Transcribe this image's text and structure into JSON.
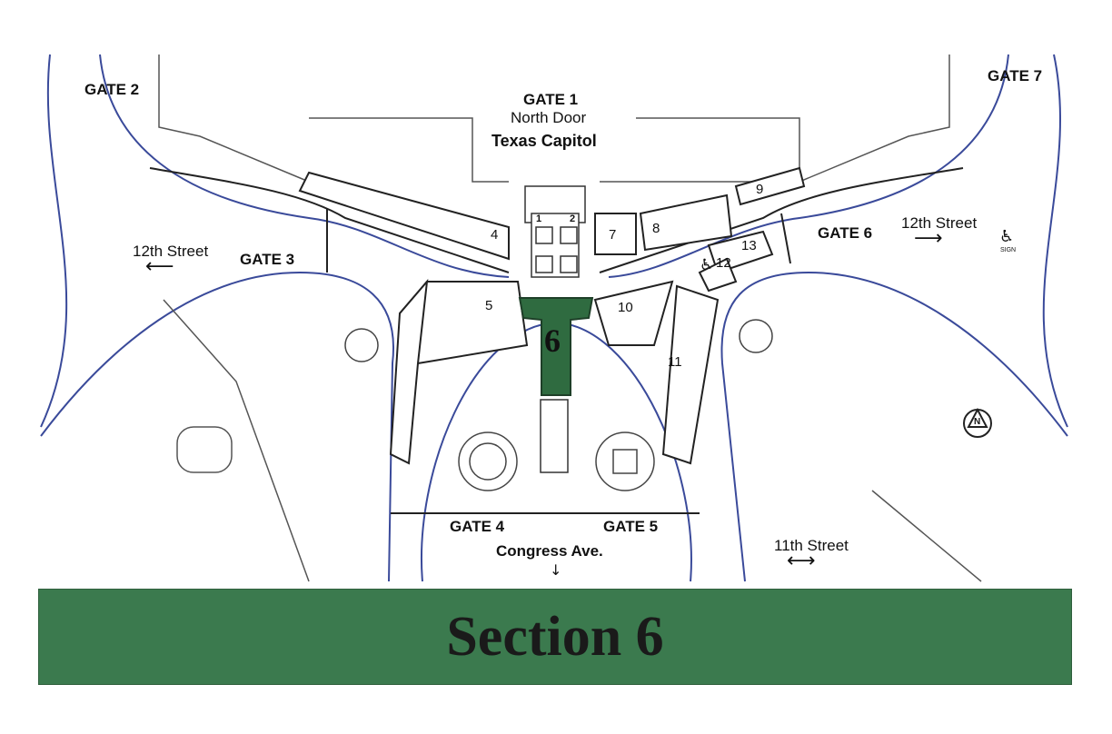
{
  "map": {
    "gates": {
      "gate1": "GATE 1",
      "gate2": "GATE 2",
      "gate3": "GATE 3",
      "gate4": "GATE 4",
      "gate5": "GATE 5",
      "gate6": "GATE 6",
      "gate7": "GATE 7"
    },
    "north_door": "North Door",
    "building": "Texas Capitol",
    "streets": {
      "twelfth_left": "12th Street",
      "twelfth_right": "12th Street",
      "eleventh": "11th Street",
      "congress": "Congress Ave."
    },
    "sections": [
      "1",
      "2",
      "4",
      "5",
      "7",
      "8",
      "9",
      "10",
      "11",
      "12",
      "13"
    ],
    "highlighted_section": "6",
    "compass": "N",
    "accessible_sign": "SIGN"
  },
  "banner": {
    "title": "Section 6"
  },
  "colors": {
    "highlight": "#2f6b40",
    "banner": "#3b7a4e",
    "road": "#3a4a9a"
  },
  "icons": [
    "wheelchair-icon",
    "north-compass-icon",
    "arrow-left-icon",
    "arrow-right-icon",
    "arrow-down-icon",
    "arrow-both-icon"
  ]
}
